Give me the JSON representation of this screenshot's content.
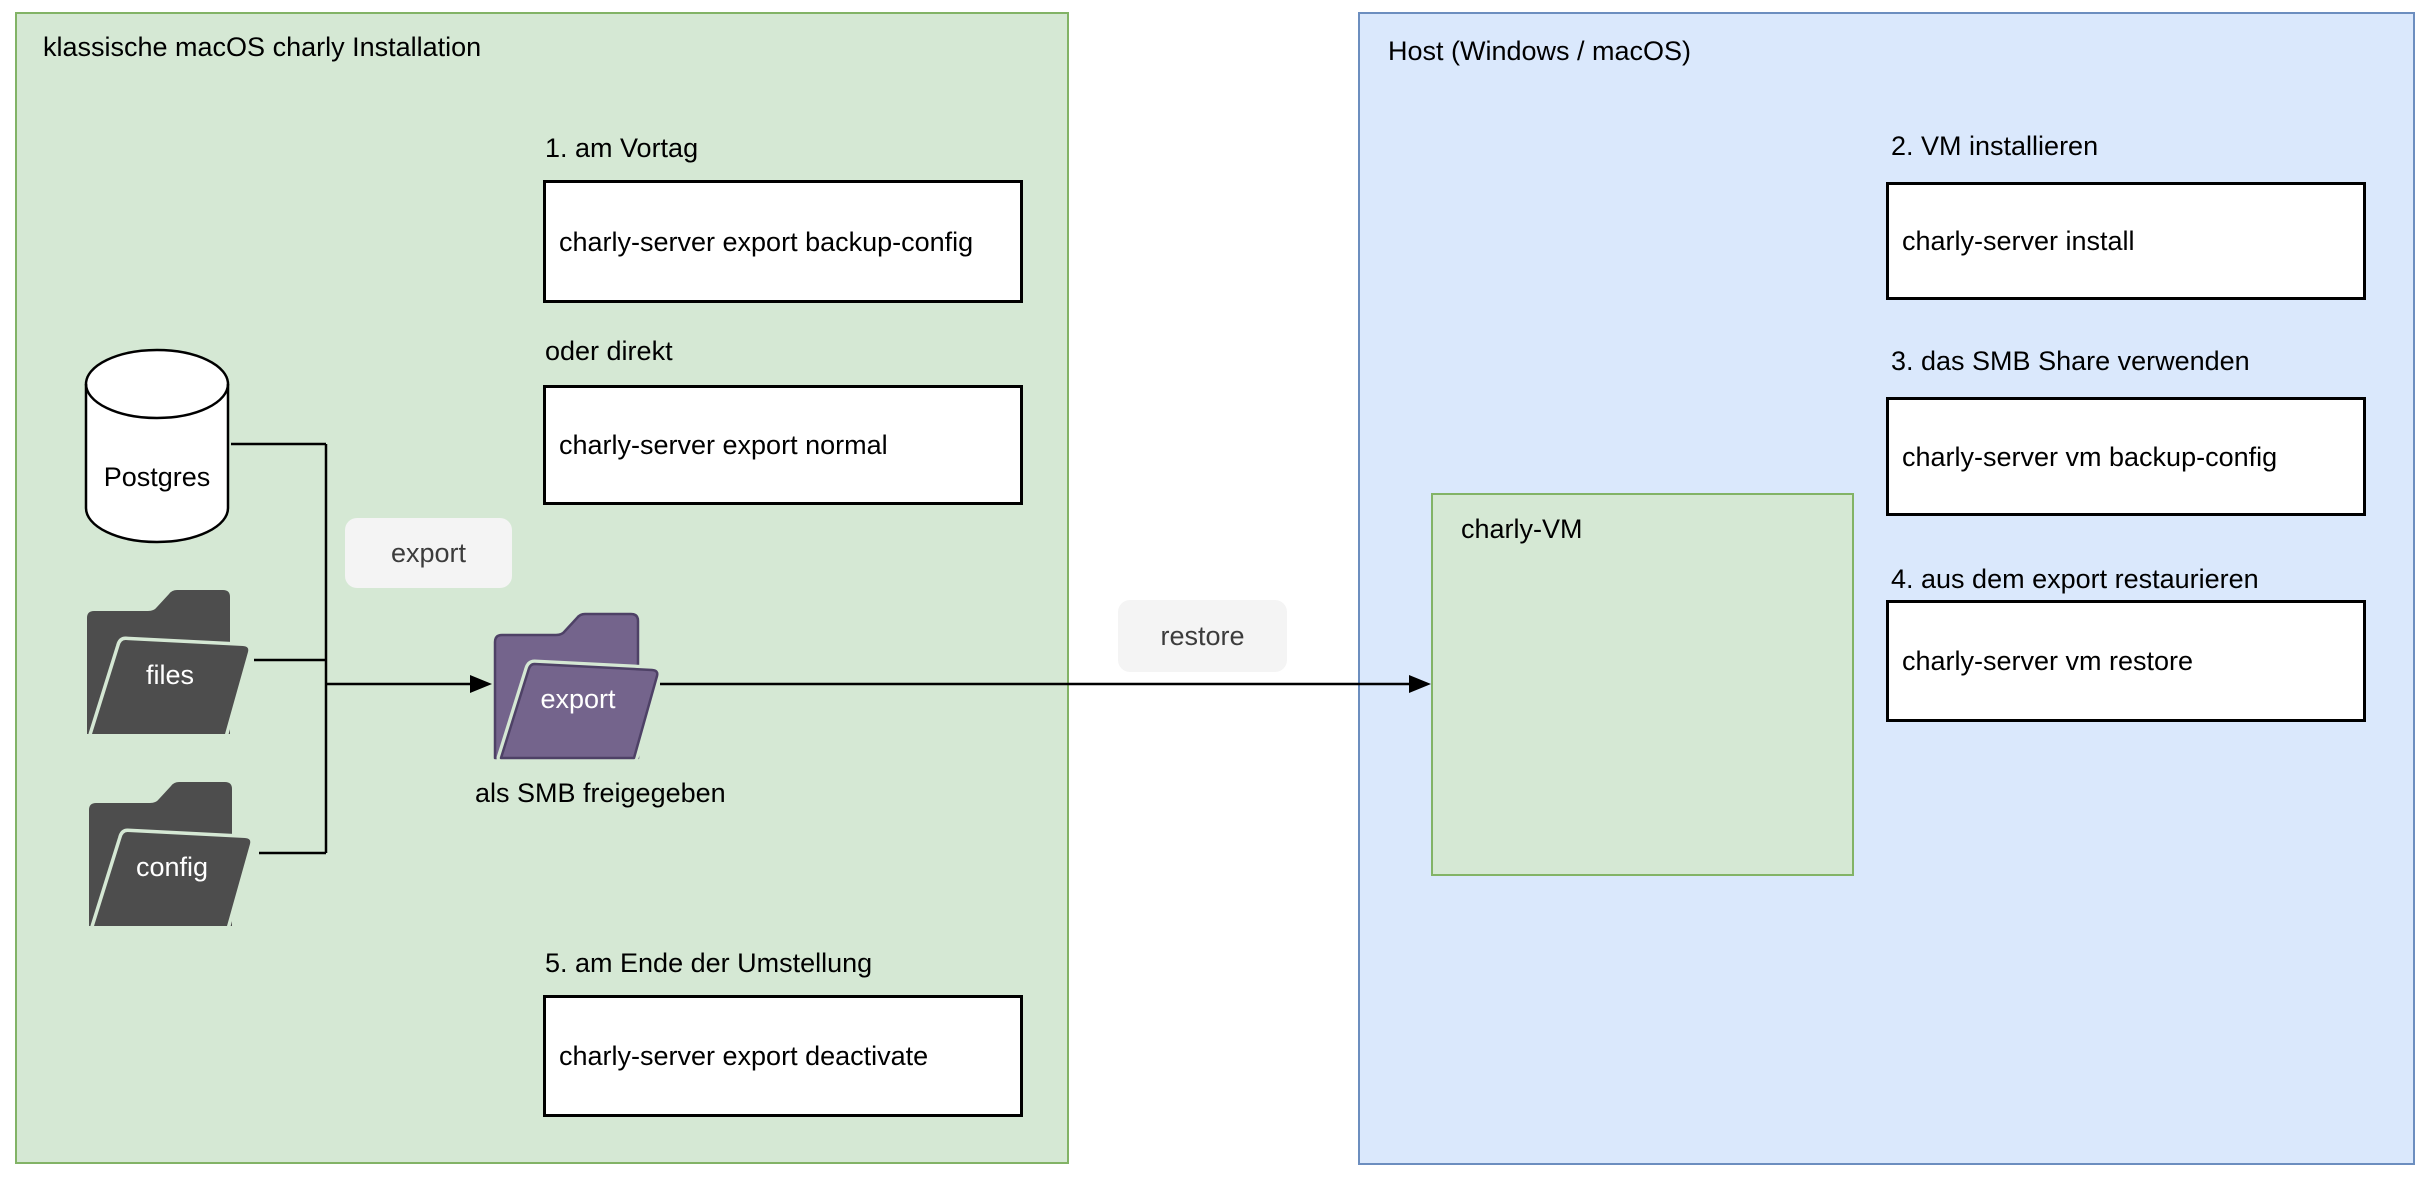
{
  "colors": {
    "left_container_fill": "#d5e8d4",
    "left_container_stroke": "#82b366",
    "right_container_fill": "#dae8fc",
    "right_container_stroke": "#6c8ebf",
    "command_box_fill": "#ffffff",
    "command_box_stroke": "#000000",
    "edge_label_fill": "#f4f4f4",
    "dark_folder_fill": "#4d4d4d",
    "purple_folder_fill": "#74648c",
    "purple_folder_stroke": "#4e4166"
  },
  "left": {
    "title": "klassische macOS charly Installation",
    "step1_label": "1. am Vortag",
    "step1_command": "charly-server export backup-config",
    "alt_label": "oder direkt",
    "alt_command": "charly-server export normal",
    "db_label": "Postgres",
    "folder_files": "files",
    "folder_config": "config",
    "folder_export": "export",
    "edge_export": "export",
    "smb_note": "als SMB freigegeben",
    "step5_label": "5. am Ende der Umstellung",
    "step5_command": "charly-server export deactivate"
  },
  "right": {
    "title": "Host (Windows / macOS)",
    "edge_restore": "restore",
    "vm_label": "charly-VM",
    "step2_label": "2. VM installieren",
    "step2_command": "charly-server install",
    "step3_label": "3. das SMB Share verwenden",
    "step3_command": "charly-server vm backup-config",
    "step4_label": "4. aus dem export restaurieren",
    "step4_command": "charly-server vm restore"
  }
}
